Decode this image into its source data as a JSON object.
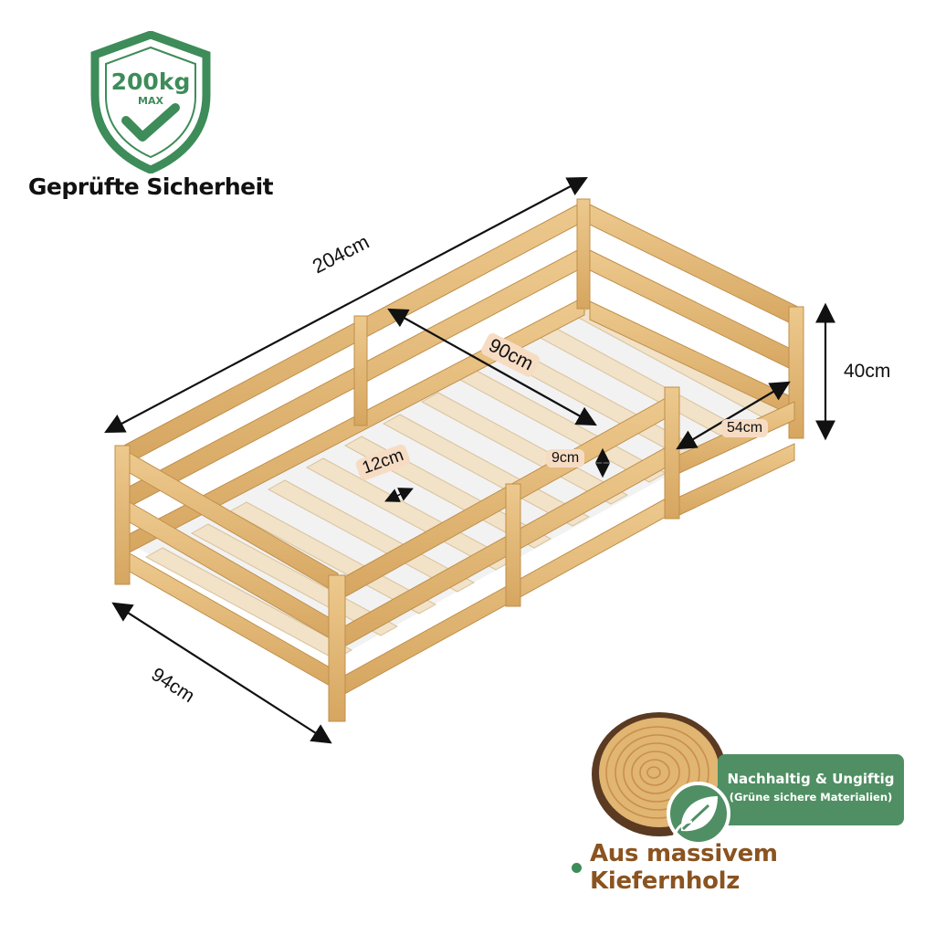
{
  "badge": {
    "capacity": "200kg",
    "capacity_sub": "MAX",
    "title": "Geprüfte Sicherheit",
    "color": "#3d8c59"
  },
  "dimensions": {
    "length": "204cm",
    "width": "94cm",
    "height": "40cm",
    "inner_width": "90cm",
    "slat_gap": "12cm",
    "rail_gap": "9cm",
    "opening": "54cm"
  },
  "info": {
    "line1": "Nachhaltig & Ungiftig",
    "line2": "(Grüne sichere Materialien)",
    "material": "Aus massivem Kiefernholz",
    "panel_color": "#4f8f63",
    "wood_color": "#e1b572"
  },
  "icons": [
    "shield-check-icon",
    "leaf-icon",
    "wood-slice-icon"
  ]
}
